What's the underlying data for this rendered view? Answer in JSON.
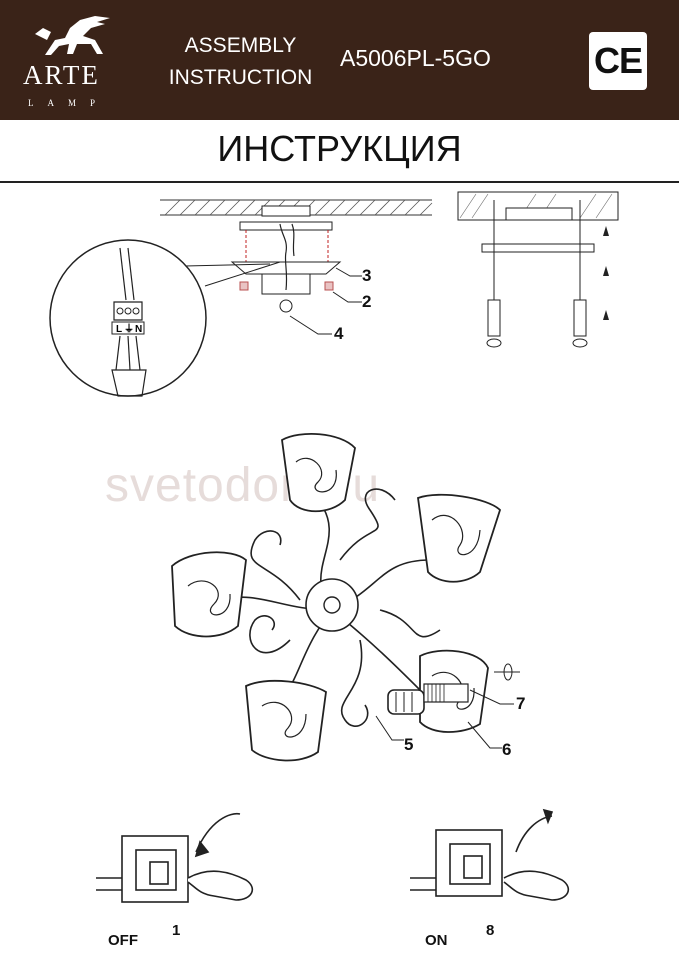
{
  "header": {
    "brand": "ARTE",
    "brand_sub": "LAMP",
    "doc_title_line1": "ASSEMBLY",
    "doc_title_line2": "INSTRUCTION",
    "model": "A5006PL-5GO",
    "certification": "CE"
  },
  "title": "ИНСТРУКЦИЯ",
  "watermark": "svetodom.ru",
  "callouts": {
    "c2": "2",
    "c3": "3",
    "c4": "4",
    "c5": "5",
    "c6": "6",
    "c7": "7"
  },
  "terminal": {
    "l": "L",
    "earth": "⏚",
    "n": "N"
  },
  "steps": {
    "off_label": "OFF",
    "off_number": "1",
    "on_label": "ON",
    "on_number": "8"
  }
}
